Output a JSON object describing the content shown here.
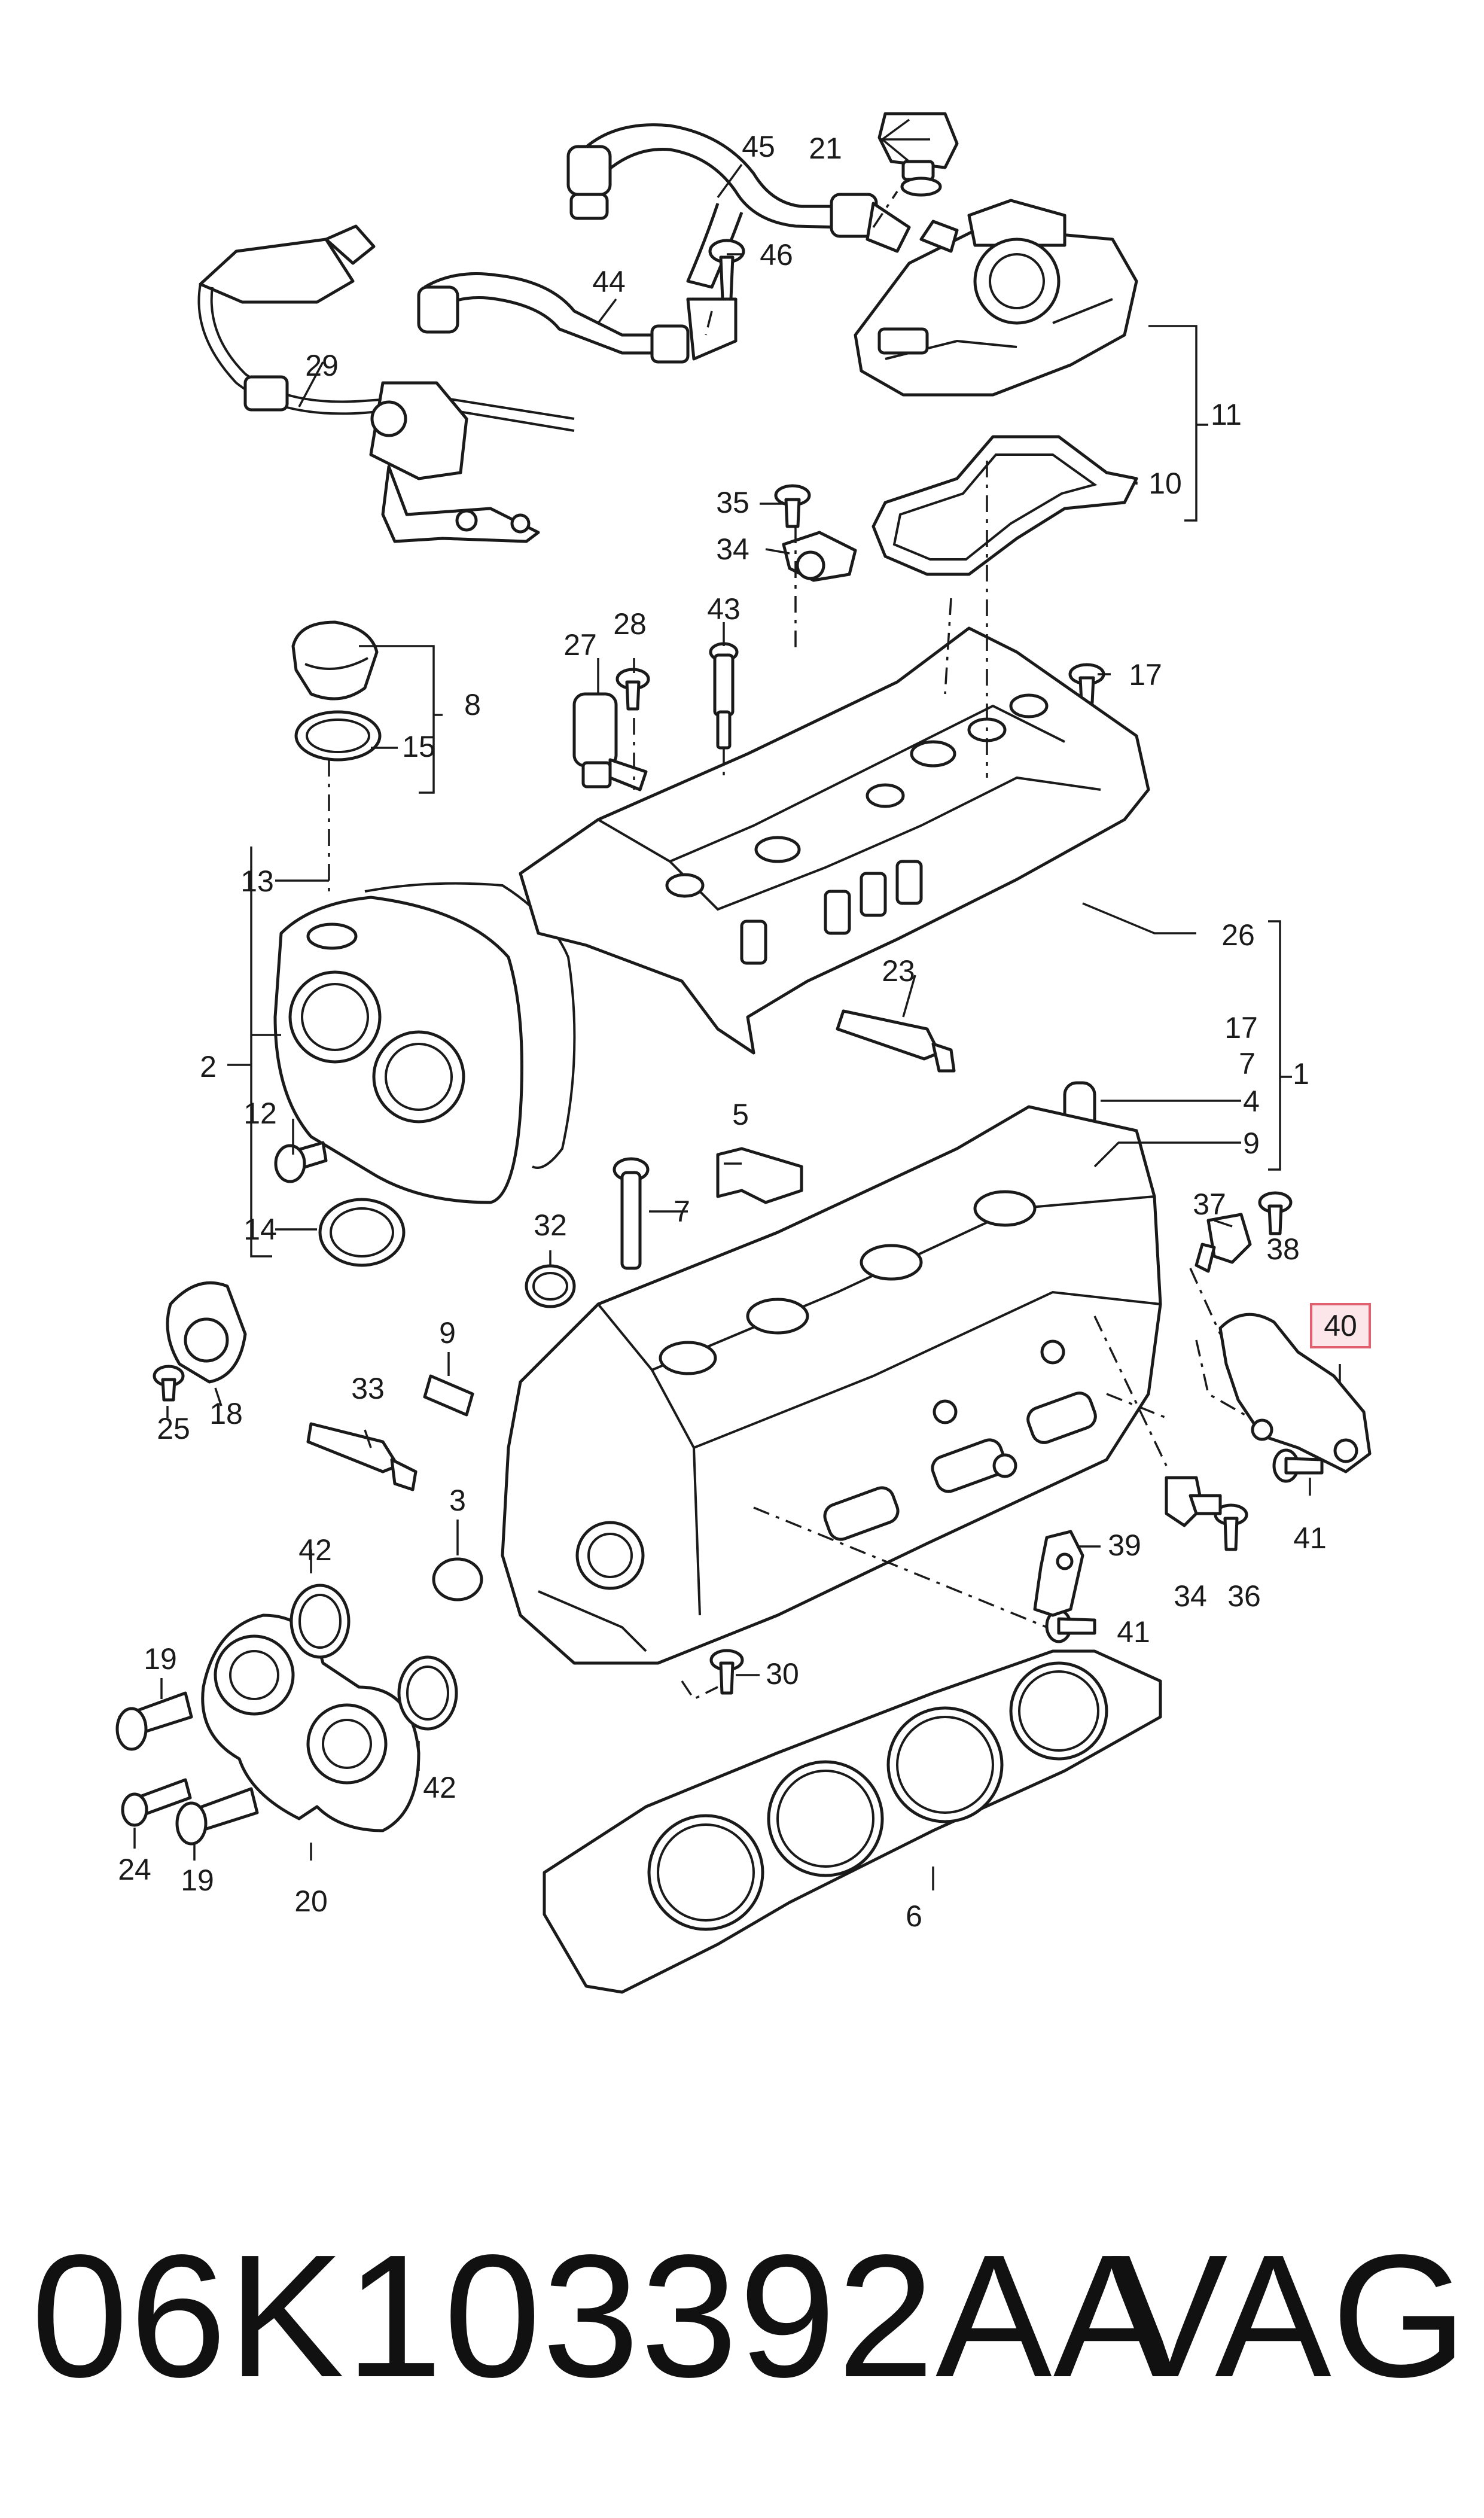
{
  "callouts": {
    "c1": "1",
    "c2": "2",
    "c3": "3",
    "c4": "4",
    "c5": "5",
    "c6": "6",
    "c7a": "7",
    "c7b": "7",
    "c8": "8",
    "c9a": "9",
    "c9b": "9",
    "c10": "10",
    "c11": "11",
    "c12": "12",
    "c13": "13",
    "c14": "14",
    "c15": "15",
    "c17a": "17",
    "c17b": "17",
    "c18": "18",
    "c19a": "19",
    "c19b": "19",
    "c20": "20",
    "c21": "21",
    "c23": "23",
    "c24": "24",
    "c25": "25",
    "c26": "26",
    "c27": "27",
    "c28": "28",
    "c29": "29",
    "c30": "30",
    "c32": "32",
    "c33": "33",
    "c34a": "34",
    "c34b": "34",
    "c35": "35",
    "c36": "36",
    "c37": "37",
    "c38": "38",
    "c39": "39",
    "c40": "40",
    "c41a": "41",
    "c41b": "41",
    "c42a": "42",
    "c42b": "42",
    "c43": "43",
    "c44": "44",
    "c45": "45",
    "c46": "46"
  },
  "highlight_color": "#e0606f",
  "footer": {
    "part_number": "06K103392AA",
    "brand": "VAG"
  }
}
